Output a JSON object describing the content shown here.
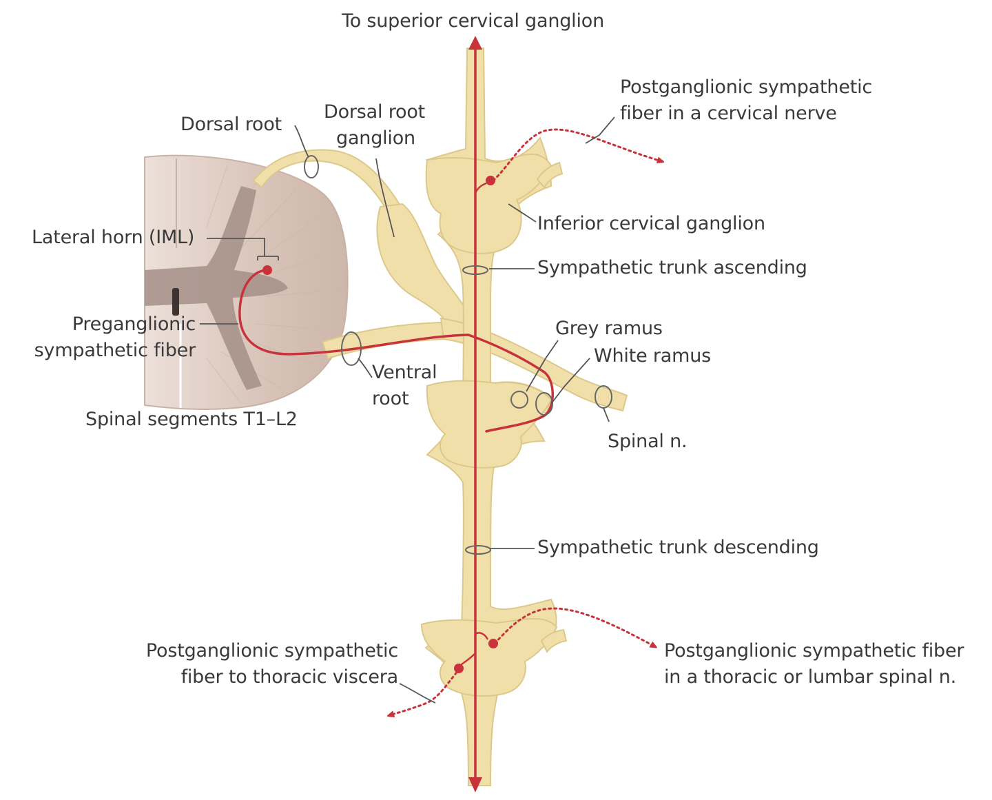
{
  "labels": {
    "top": "To superior cervical ganglion",
    "dorsal_root": "Dorsal root",
    "drg_line1": "Dorsal root",
    "drg_line2": "ganglion",
    "post_cervical_line1": "Postganglionic sympathetic",
    "post_cervical_line2": "fiber in a cervical nerve",
    "inferior_cervical": "Inferior cervical ganglion",
    "lateral_horn": "Lateral horn (IML)",
    "trunk_ascending": "Sympathetic trunk ascending",
    "pre_line1": "Preganglionic",
    "pre_line2": "sympathetic fiber",
    "grey_ramus": "Grey ramus",
    "white_ramus": "White ramus",
    "ventral_line1": "Ventral",
    "ventral_line2": "root",
    "spinal_segments": "Spinal segments T1–L2",
    "spinal_n": "Spinal n.",
    "trunk_descending": "Sympathetic trunk descending",
    "post_viscera_line1": "Postganglionic sympathetic",
    "post_viscera_line2": "fiber to thoracic viscera",
    "post_thoracic_line1": "Postganglionic sympathetic fiber",
    "post_thoracic_line2": "in a thoracic or lumbar spinal n."
  },
  "colors": {
    "nerve": "#f1dfa9",
    "nerve_edge": "#dcc88a",
    "fiber": "#c8323b",
    "cord": "#d8c3b8",
    "grey_matter": "#a58f87",
    "leader": "#555555"
  }
}
